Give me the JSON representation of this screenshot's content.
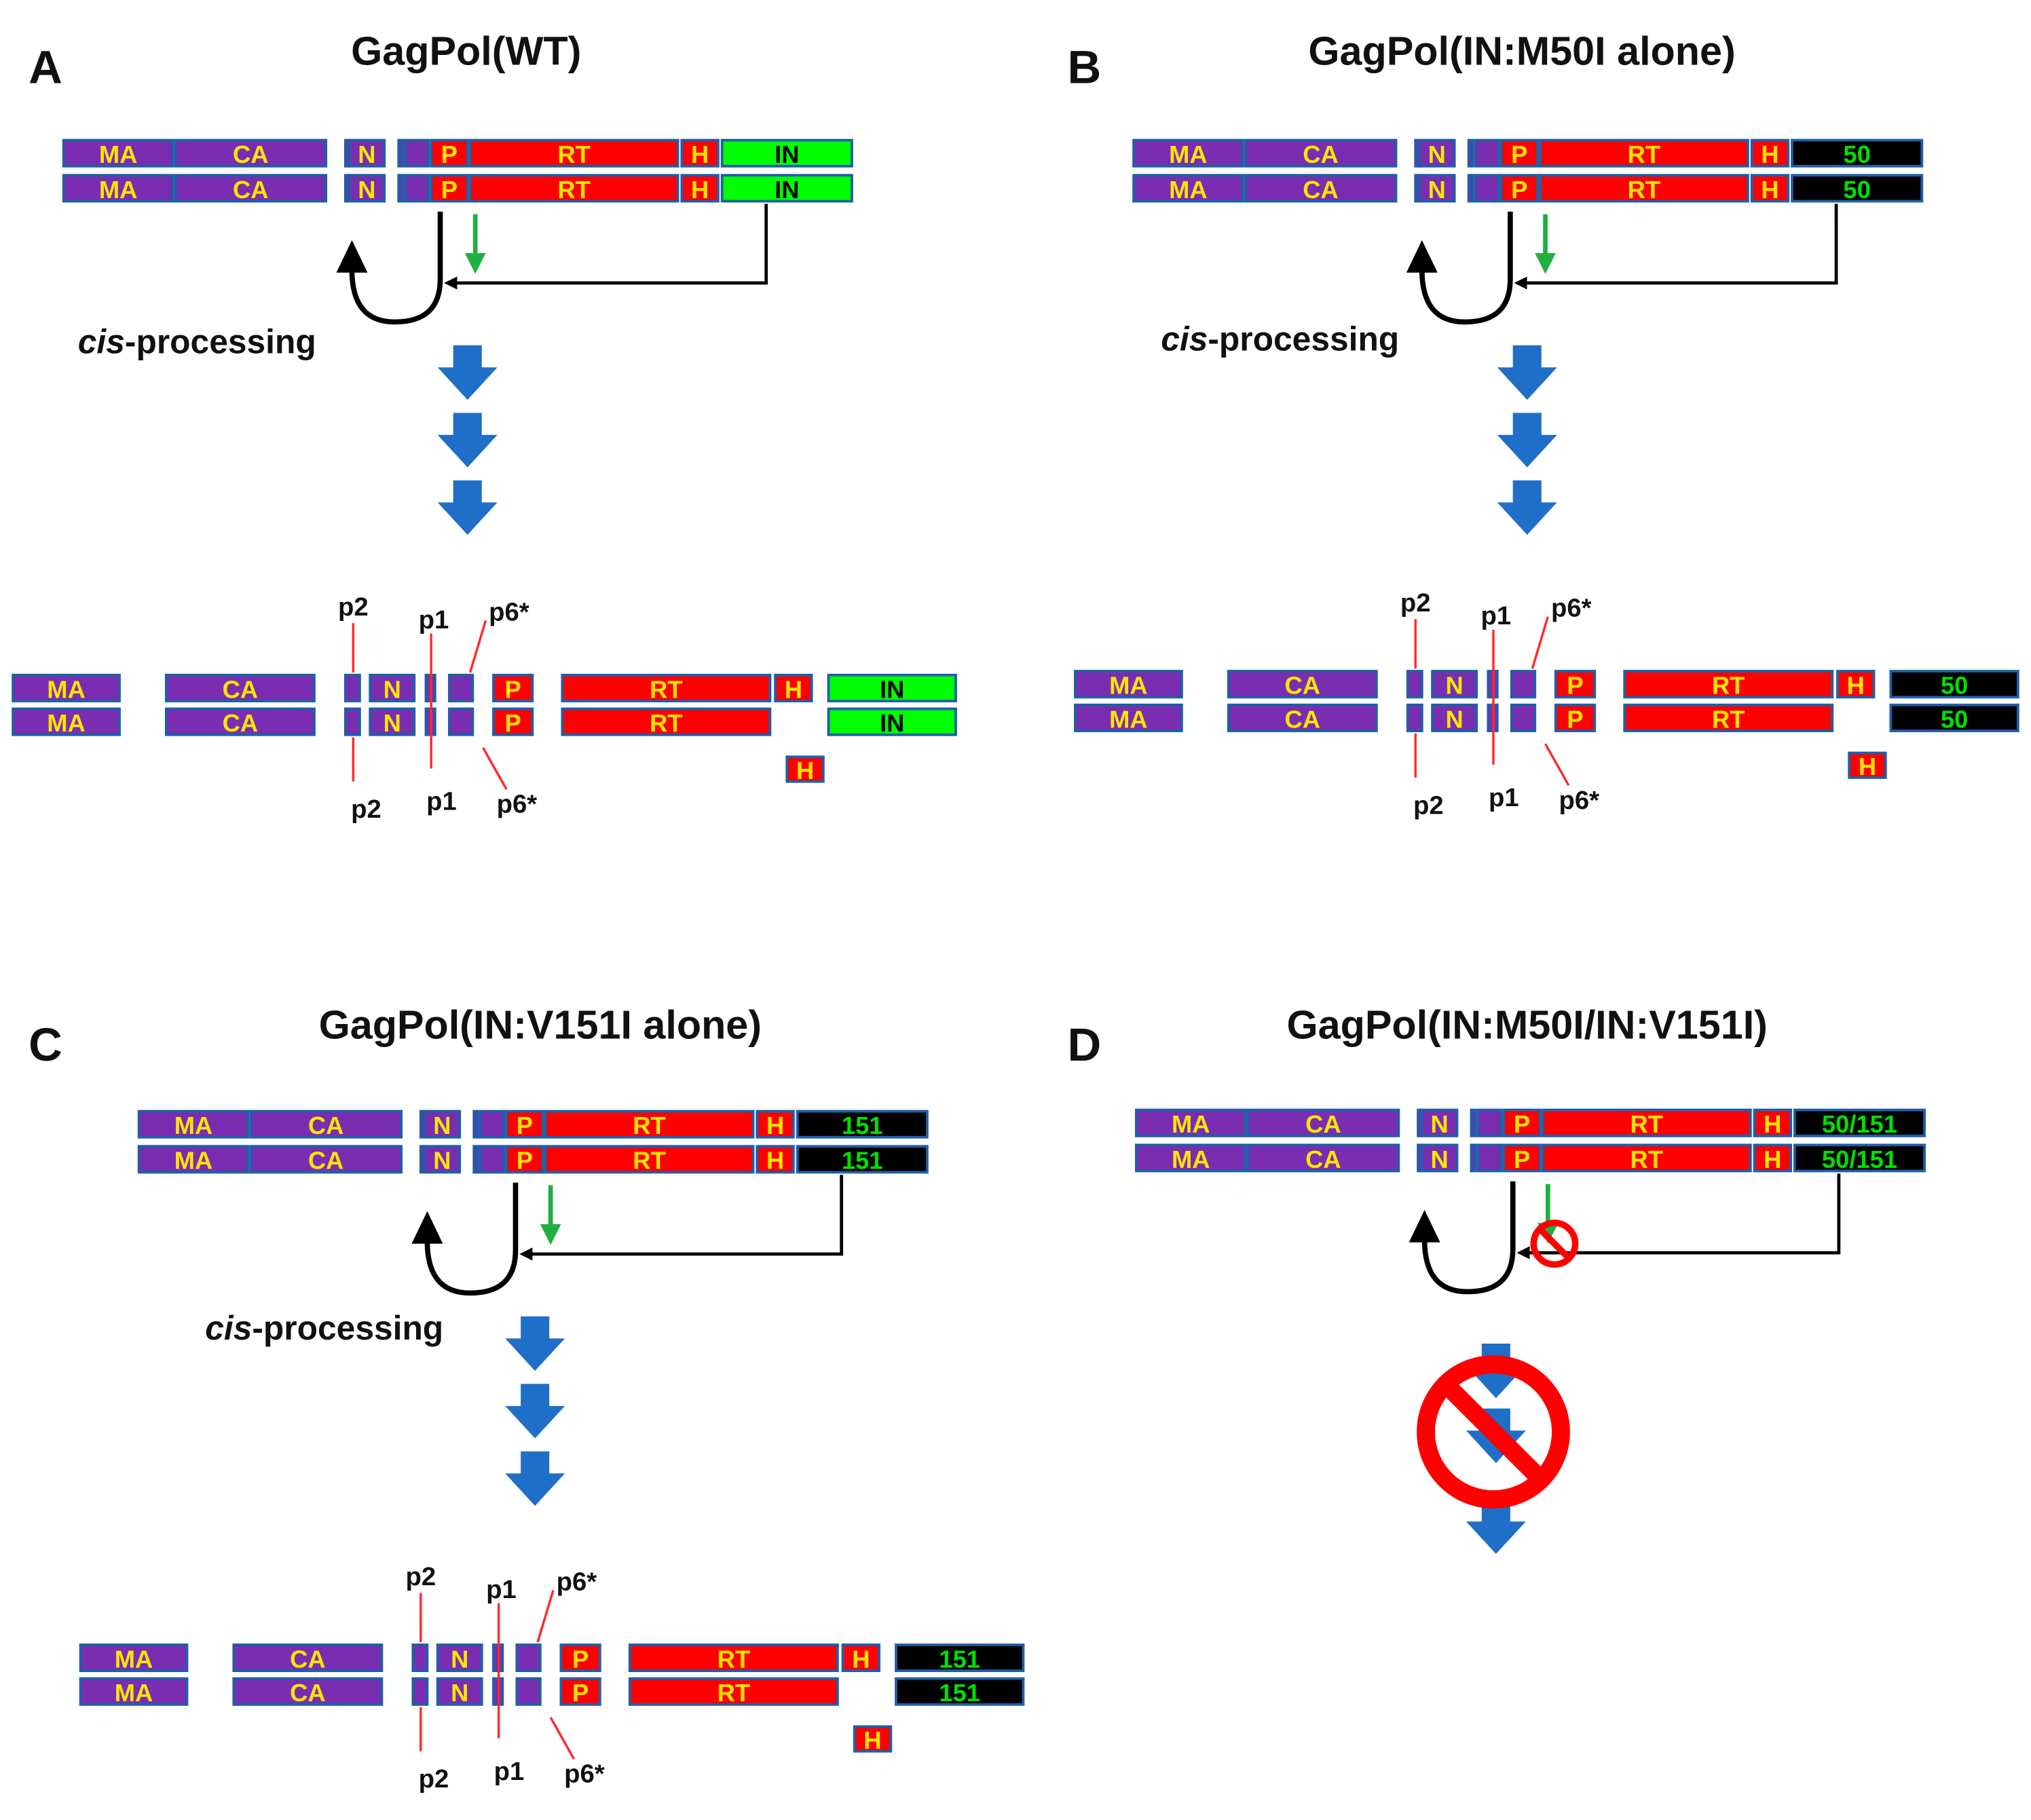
{
  "colors": {
    "gag": "#7a2db0",
    "pol": "#ff0000",
    "in_wt": "#00ff00",
    "in_mut": "#000000",
    "outline": "#1f5fa8",
    "label_yellow": "#ffe400",
    "label_black": "#000000",
    "label_green": "#00e000",
    "flow_arrow": "#1f6fc8",
    "cleavage_arrow": "#1fb040",
    "block": "#ff0000",
    "leader": "#ff2a2a"
  },
  "segment_labels": {
    "ma": "MA",
    "ca": "CA",
    "nc": "N",
    "pr": "P",
    "rt": "RT",
    "rh": "H"
  },
  "cut_labels": {
    "p2": "p2",
    "p1": "p1",
    "p6": "p6*"
  },
  "cis_processing": {
    "prefix": "cis",
    "suffix": "-processing"
  },
  "panels": [
    {
      "letter": "A",
      "title": "GagPol(WT)",
      "in_label": "IN",
      "in_variant": "wt",
      "blocked": false
    },
    {
      "letter": "B",
      "title": "GagPol(IN:M50I alone)",
      "in_label": "50",
      "in_variant": "mut",
      "blocked": false
    },
    {
      "letter": "C",
      "title": "GagPol(IN:V151I alone)",
      "in_label": "151",
      "in_variant": "mut",
      "blocked": false
    },
    {
      "letter": "D",
      "title": "GagPol(IN:M50I/IN:V151I)",
      "in_label": "50/151",
      "in_variant": "mut",
      "blocked": true
    }
  ]
}
